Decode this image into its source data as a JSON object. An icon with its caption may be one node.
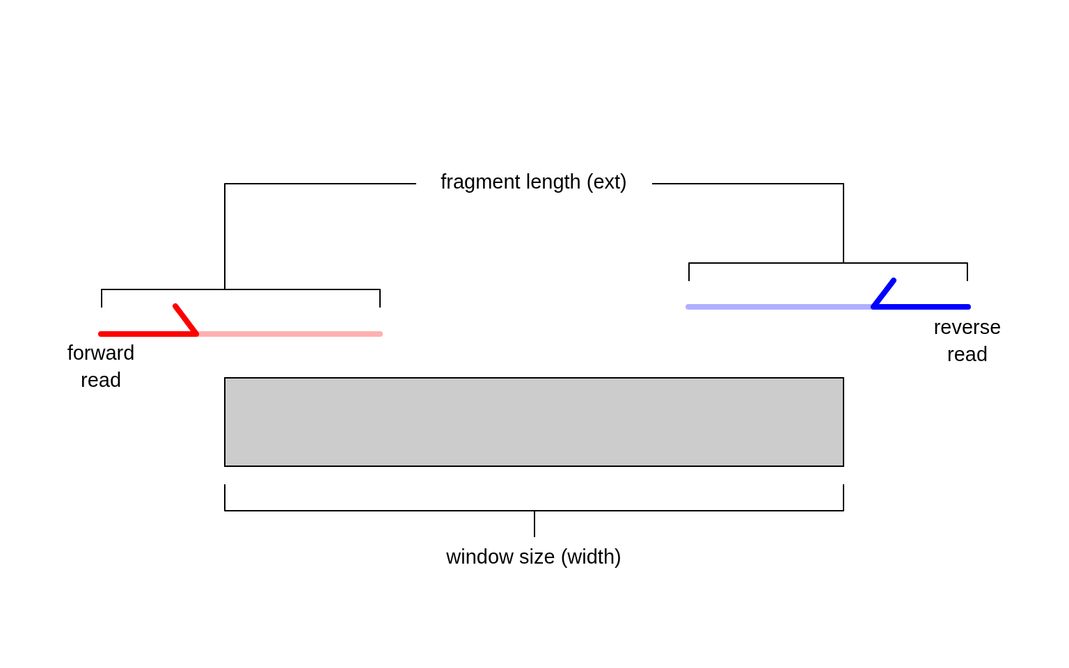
{
  "diagram": {
    "nodes": [
      {
        "text": [],
        "shape": "box"
      }
    ],
    "labels": [
      "fragment length (ext)",
      "forward read",
      "reverse read",
      "window size (width)"
    ]
  }
}
